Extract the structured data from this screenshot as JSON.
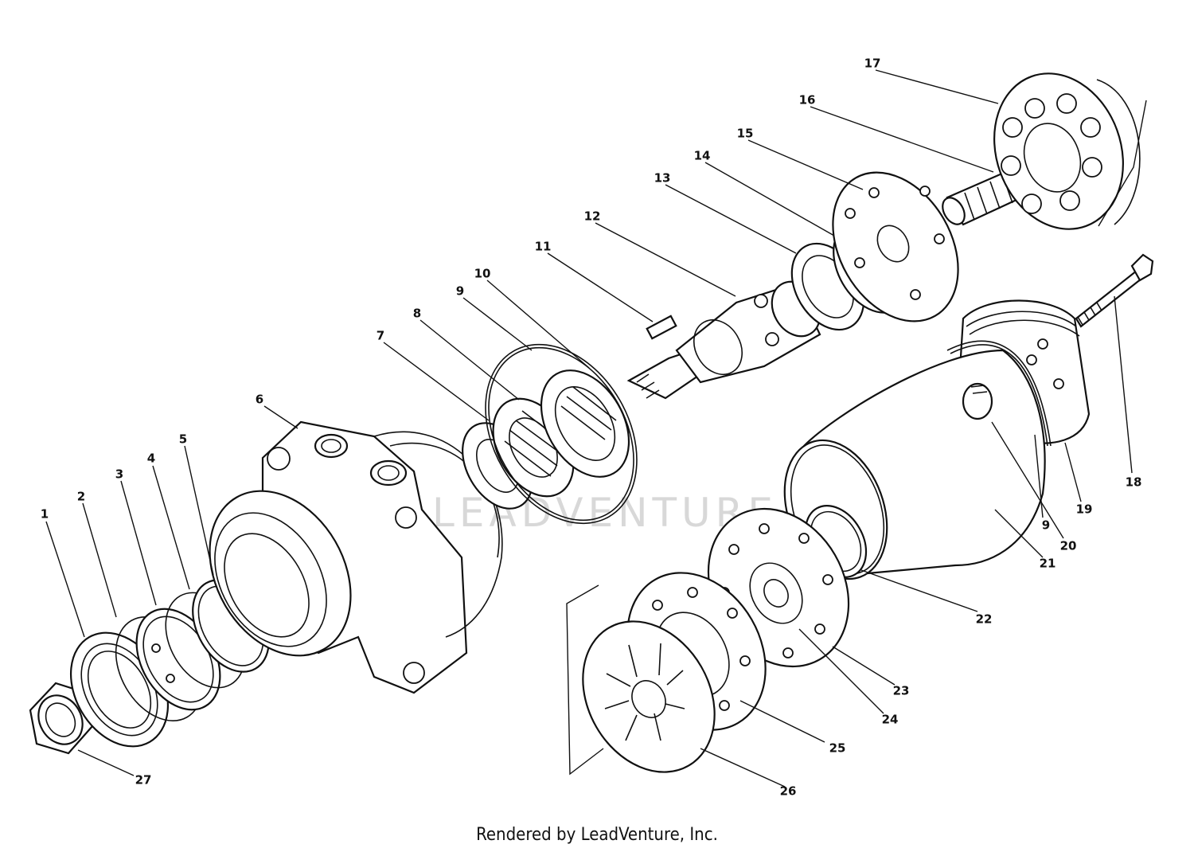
{
  "watermark": "LEADVENTURE",
  "footer": {
    "credit": "Rendered by LeadVenture, Inc."
  },
  "callouts": [
    "1",
    "2",
    "3",
    "4",
    "5",
    "6",
    "7",
    "8",
    "9",
    "10",
    "11",
    "12",
    "13",
    "14",
    "15",
    "16",
    "17",
    "18",
    "19",
    "20",
    "21",
    "22",
    "23",
    "24",
    "25",
    "26",
    "27",
    "9"
  ]
}
